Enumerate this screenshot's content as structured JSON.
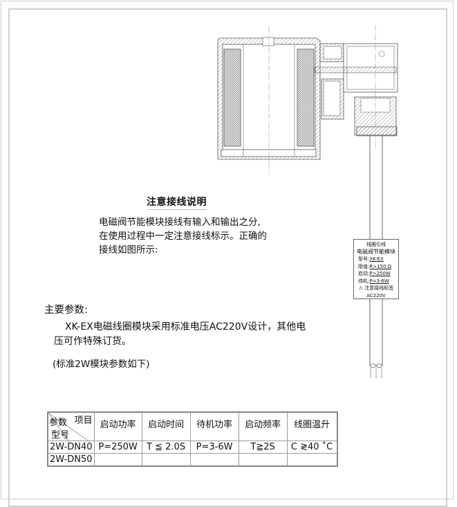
{
  "drawing": {
    "type": "solenoid-coil-cross-section",
    "cable_label": {
      "lead_text": "线圈引线",
      "title": "电磁阀节能模块",
      "rows": [
        {
          "key": "型号:",
          "value": "XK-EX"
        },
        {
          "key": "阻值:",
          "value": "R>150 Ω"
        },
        {
          "key": "启动:",
          "value": "P>250W"
        },
        {
          "key": "待机:",
          "value": "P=3-6W"
        }
      ],
      "warning": "注意接线标签",
      "voltage": "AC220V"
    }
  },
  "wiring_note": {
    "title": "注意接线说明",
    "lines": [
      "电磁阀节能模块接线有输入和输出之分,",
      "在使用过程中一定注意接线标示。正确的",
      "接线如图所示:"
    ]
  },
  "main_params": {
    "heading": "主要参数:",
    "line1": "XK-EX电磁线圈模块采用标准电压AC220V设计，其他电",
    "line2": "压可作特殊订货。",
    "note": "(标准2W模块参数如下)"
  },
  "spec_table": {
    "corner": {
      "top_right": "项目",
      "top_left": "参数",
      "bottom_left": "型号"
    },
    "columns": [
      "启动功率",
      "启动时间",
      "待机功率",
      "启动频率",
      "线圈温升"
    ],
    "rows": [
      {
        "model": "2W-DN40",
        "values": [
          "P=250W",
          "T ≦ 2.0S",
          "P=3-6W",
          "T≧2S",
          "C ≷40 ˚C"
        ]
      },
      {
        "model": "2W-DN50",
        "values": [
          "",
          "",
          "",
          "",
          ""
        ]
      }
    ]
  }
}
